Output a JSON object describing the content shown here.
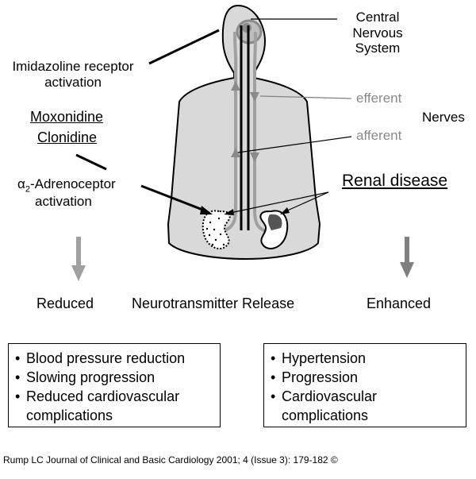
{
  "labels": {
    "cns": [
      "Central",
      "Nervous",
      "System"
    ],
    "imidazoline": [
      "Imidazoline receptor",
      "activation"
    ],
    "drug1": "Moxonidine",
    "drug2": "Clonidine",
    "alpha_symbol": "α",
    "alpha_sub": "2",
    "alpha_rest": "-Adrenoceptor",
    "alpha_line2": "activation",
    "efferent": "efferent",
    "afferent": "afferent",
    "nerves": "Nerves",
    "renal": "Renal disease",
    "reduced": "Reduced",
    "neuro": "Neurotransmitter Release",
    "enhanced": "Enhanced"
  },
  "left_box": {
    "items": [
      "Blood pressure reduction",
      "Slowing progression",
      "Reduced cardiovascular",
      "complications"
    ]
  },
  "right_box": {
    "items": [
      "Hypertension",
      "Progression",
      "Cardiovascular",
      "complications"
    ]
  },
  "citation": "Rump LC Journal of Clinical and Basic Cardiology 2001; 4 (Issue 3): 179-182 ©",
  "colors": {
    "body": "#d9d9d9",
    "gray_arrow": "#a0a0a0",
    "dark_arrow": "#808080",
    "kidney_dark": "#555555"
  }
}
